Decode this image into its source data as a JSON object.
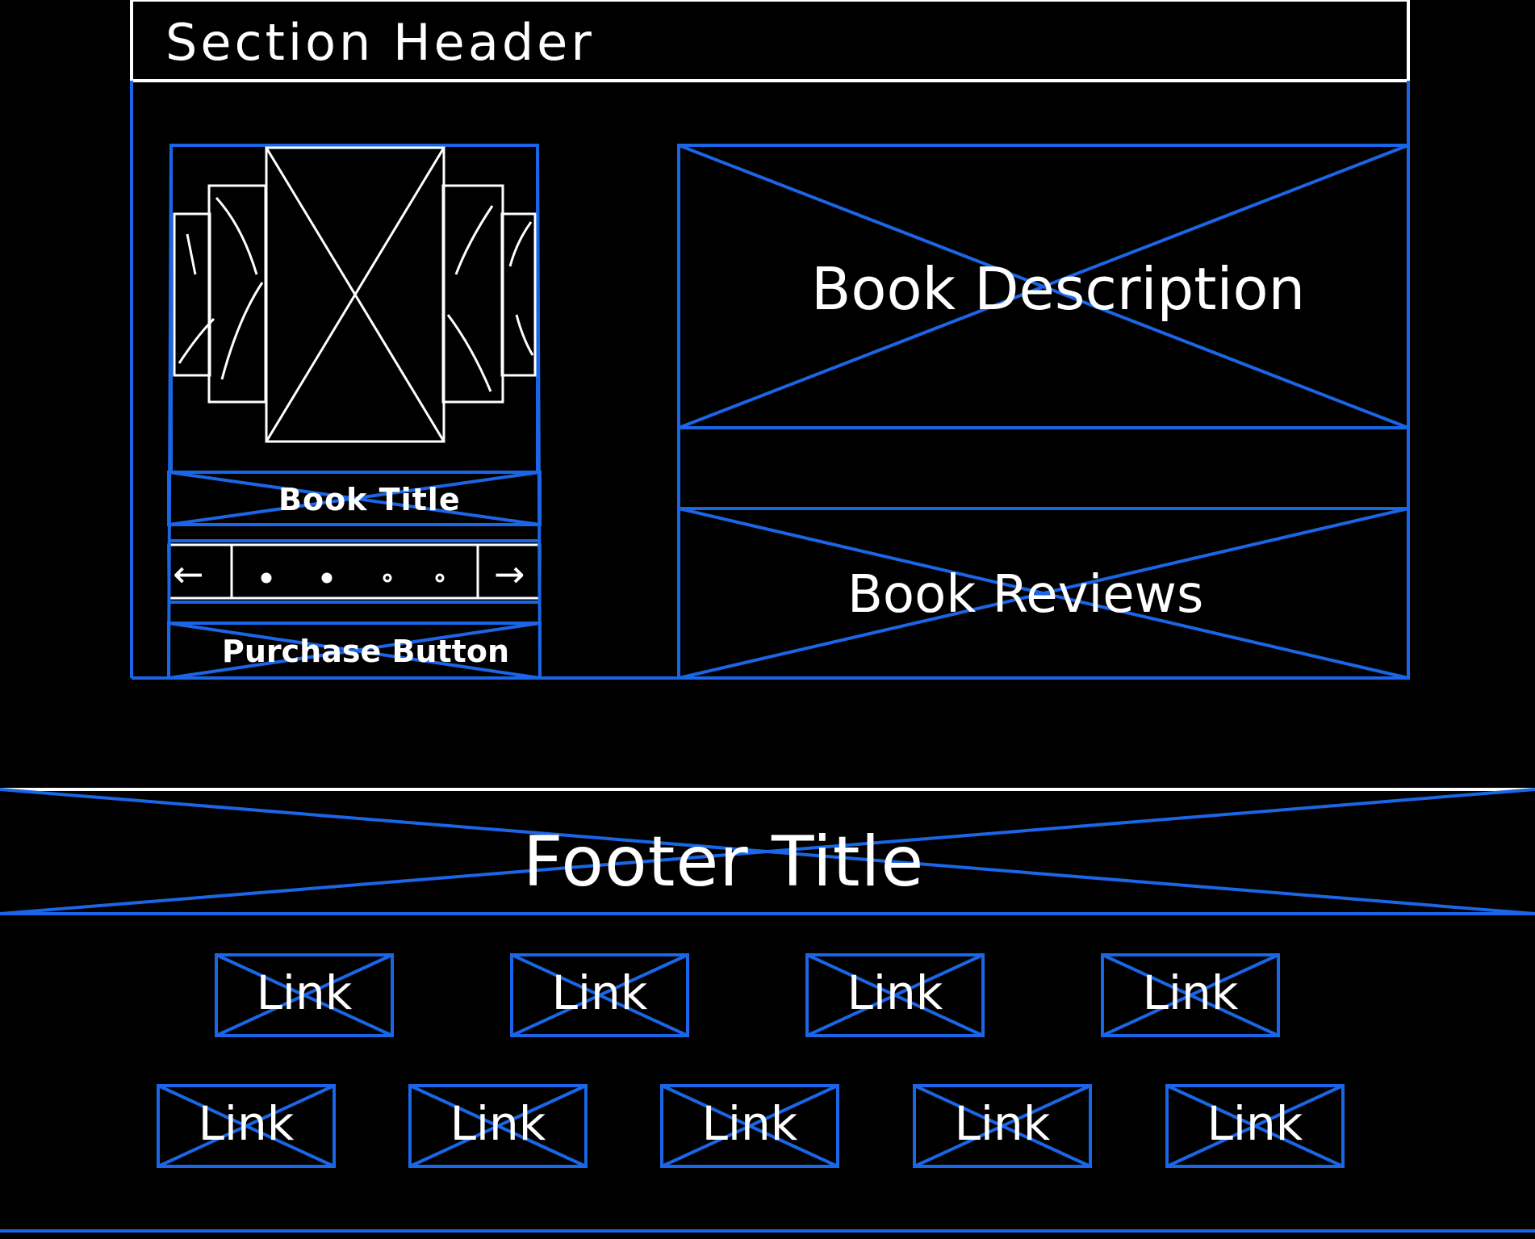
{
  "header": {
    "title": "Section Header"
  },
  "book": {
    "title_label": "Book Title",
    "purchase_label": "Purchase Button",
    "description_label": "Book Description",
    "reviews_label": "Book Reviews",
    "carousel": {
      "prev_icon": "arrow-left-icon",
      "next_icon": "arrow-right-icon",
      "prev_glyph": "←",
      "next_glyph": "→",
      "dot_count": 4
    }
  },
  "footer": {
    "title": "Footer Title",
    "links_row1": [
      "Link",
      "Link",
      "Link",
      "Link"
    ],
    "links_row2": [
      "Link",
      "Link",
      "Link",
      "Link",
      "Link"
    ]
  },
  "colors": {
    "background": "#000000",
    "wireframe_blue": "#1a66e6",
    "sketch_white": "#ffffff"
  }
}
